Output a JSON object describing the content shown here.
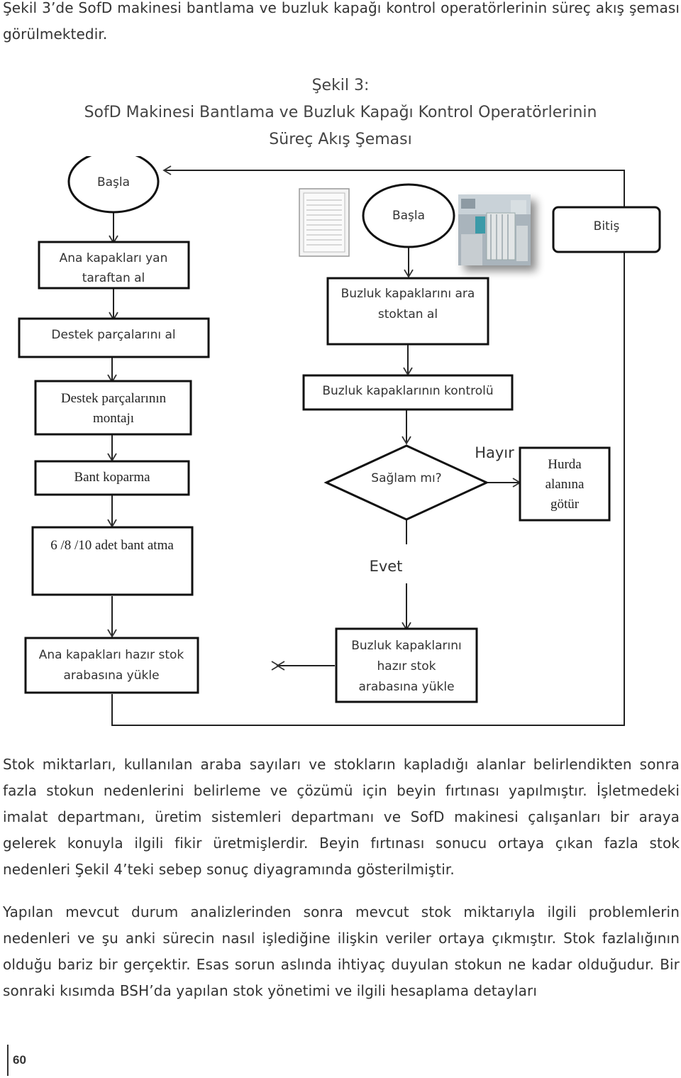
{
  "intro": "Şekil 3’de SofD makinesi bantlama ve buzluk kapağı kontrol operatörlerinin süreç akış şeması görülmektedir.",
  "figure": {
    "number": "Şekil 3:",
    "title_line1": "SofD Makinesi Bantlama ve Buzluk Kapağı Kontrol Operatörlerinin",
    "title_line2": "Süreç Akış Şeması"
  },
  "flow": {
    "left_start": "Başla",
    "left_step1_line1": "Ana kapakları yan",
    "left_step1_line2": "taraftan al",
    "left_step2": "Destek parçalarını al",
    "left_step3_line1": "Destek parçalarının",
    "left_step3_line2": "montajı",
    "left_step4": "Bant koparma",
    "left_step5": "6 /8 /10 adet bant atma",
    "left_step6_line1": "Ana kapakları hazır stok",
    "left_step6_line2": "arabasına yükle",
    "right_start": "Başla",
    "right_step1_line1": "Buzluk kapaklarını ara",
    "right_step1_line2": "stoktan al",
    "right_step2": "Buzluk kapaklarının kontrolü",
    "decision": "Sağlam mı?",
    "no_label": "Hayır",
    "yes_label": "Evet",
    "scrap_line1": "Hurda",
    "scrap_line2": "alanına",
    "scrap_line3": "götür",
    "right_step3_line1": "Buzluk kapaklarını",
    "right_step3_line2": "hazır stok",
    "right_step3_line3": "arabasına yükle",
    "end": "Bitiş"
  },
  "paragraph1": "Stok miktarları, kullanılan araba sayıları ve stokların kapladığı alanlar belirlendikten sonra fazla stokun nedenlerini belirleme ve çözümü için beyin fırtınası yapılmıştır. İşletmedeki imalat departmanı, üretim sistemleri departmanı ve SofD makinesi çalışanları bir araya gelerek konuyla ilgili fikir üretmişlerdir. Beyin fırtınası sonucu ortaya çıkan fazla stok nedenleri Şekil 4’teki sebep sonuç diyagramında gösterilmiştir.",
  "paragraph2": "Yapılan mevcut durum analizlerinden sonra mevcut stok miktarıyla ilgili problemlerin nedenleri ve şu anki sürecin nasıl işlediğine ilişkin veriler ortaya çıkmıştır. Stok fazlalığının olduğu bariz bir gerçektir. Esas sorun aslında ihtiyaç duyulan stokun ne kadar olduğudur. Bir sonraki kısımda BSH’da yapılan stok yönetimi ve ilgili hesaplama detayları",
  "page_number": "60"
}
